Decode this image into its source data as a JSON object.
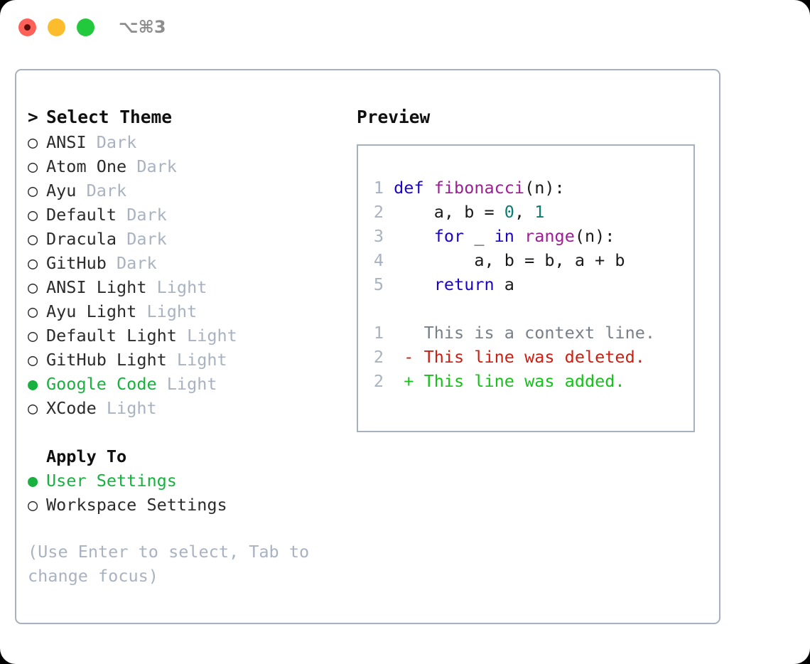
{
  "window": {
    "traffic_lights": [
      "close",
      "minimize",
      "maximize"
    ],
    "shortcut_label": "⌥⌘3",
    "accent_green": "#18b13f",
    "border_color": "#a6b0bf",
    "muted_color": "#a8b2c1"
  },
  "theme_picker": {
    "caret": ">",
    "heading": "Select Theme",
    "bullet_unselected": "○",
    "bullet_selected": "●",
    "items": [
      {
        "name": "ANSI",
        "variant": "Dark",
        "selected": false
      },
      {
        "name": "Atom One",
        "variant": "Dark",
        "selected": false
      },
      {
        "name": "Ayu",
        "variant": "Dark",
        "selected": false
      },
      {
        "name": "Default",
        "variant": "Dark",
        "selected": false
      },
      {
        "name": "Dracula",
        "variant": "Dark",
        "selected": false
      },
      {
        "name": "GitHub",
        "variant": "Dark",
        "selected": false
      },
      {
        "name": "ANSI Light",
        "variant": "Light",
        "selected": false
      },
      {
        "name": "Ayu Light",
        "variant": "Light",
        "selected": false
      },
      {
        "name": "Default Light",
        "variant": "Light",
        "selected": false
      },
      {
        "name": "GitHub Light",
        "variant": "Light",
        "selected": false
      },
      {
        "name": "Google Code",
        "variant": "Light",
        "selected": true
      },
      {
        "name": "XCode",
        "variant": "Light",
        "selected": false
      }
    ]
  },
  "apply_to": {
    "label": "Apply To",
    "options": [
      {
        "name": "User Settings",
        "selected": true
      },
      {
        "name": "Workspace Settings",
        "selected": false
      }
    ]
  },
  "hint": {
    "line1": "(Use Enter to select, Tab to",
    "line2": "change focus)"
  },
  "preview": {
    "title": "Preview",
    "code_lines": [
      {
        "n": "1",
        "tokens": [
          {
            "t": "def ",
            "c": "kw"
          },
          {
            "t": "fibonacci",
            "c": "fn"
          },
          {
            "t": "(n):",
            "c": "punct"
          }
        ]
      },
      {
        "n": "2",
        "tokens": [
          {
            "t": "    a, b = ",
            "c": "code"
          },
          {
            "t": "0",
            "c": "num"
          },
          {
            "t": ", ",
            "c": "code"
          },
          {
            "t": "1",
            "c": "num"
          }
        ]
      },
      {
        "n": "3",
        "tokens": [
          {
            "t": "    ",
            "c": "code"
          },
          {
            "t": "for",
            "c": "kw"
          },
          {
            "t": " _ ",
            "c": "code"
          },
          {
            "t": "in",
            "c": "kw"
          },
          {
            "t": " ",
            "c": "code"
          },
          {
            "t": "range",
            "c": "fn"
          },
          {
            "t": "(n):",
            "c": "punct"
          }
        ]
      },
      {
        "n": "4",
        "tokens": [
          {
            "t": "        a, b = b, a + b",
            "c": "code"
          }
        ]
      },
      {
        "n": "5",
        "tokens": [
          {
            "t": "    ",
            "c": "code"
          },
          {
            "t": "return",
            "c": "kw"
          },
          {
            "t": " a",
            "c": "code"
          }
        ]
      }
    ],
    "diff_lines": [
      {
        "n": "1",
        "marker": " ",
        "text": " This is a context line.",
        "kind": "ctx"
      },
      {
        "n": "2",
        "marker": "-",
        "text": " This line was deleted.",
        "kind": "del"
      },
      {
        "n": "2",
        "marker": "+",
        "text": " This line was added.",
        "kind": "add"
      }
    ],
    "colors": {
      "keyword": "#1c05c4",
      "function": "#9c1e94",
      "number": "#0a7d72",
      "plain": "#1a1a1a",
      "linenum": "#a8b2c1",
      "diff_context": "#777f88",
      "diff_deleted": "#cc1f12",
      "diff_added": "#16c21a"
    }
  }
}
